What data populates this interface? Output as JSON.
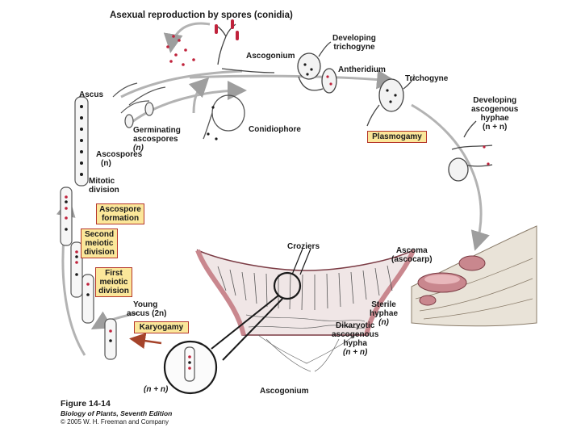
{
  "title": "Asexual reproduction by spores (conidia)",
  "labels": {
    "ascogonium_top": "Ascogonium",
    "developing_trichogyne": [
      "Developing",
      "trichogyne"
    ],
    "antheridium": "Antheridium",
    "trichogyne": "Trichogyne",
    "ascus": "Ascus",
    "germinating_ascospores": [
      "Germinating",
      "ascospores",
      "(n)"
    ],
    "conidiophore": "Conidiophore",
    "developing_ascogenous_hyphae": [
      "Developing",
      "ascogenous",
      "hyphae",
      "(n + n)"
    ],
    "ascospores": [
      "Ascospores",
      "(n)"
    ],
    "mitotic_division": [
      "Mitotic",
      "division"
    ],
    "croziers": "Croziers",
    "ascoma": [
      "Ascoma",
      "(ascocarp)"
    ],
    "young_ascus": [
      "Young",
      "ascus (2n)"
    ],
    "sterile_hyphae": [
      "Sterile",
      "hyphae",
      "(n)"
    ],
    "dikaryotic_hypha": [
      "Dikaryotic",
      "ascogenous",
      "hypha",
      "(n + n)"
    ],
    "n_plus_n_bottom": "(n + n)",
    "ascogonium_bottom": "Ascogonium"
  },
  "stages": {
    "plasmogamy": "Plasmogamy",
    "ascospore_formation": [
      "Ascospore",
      "formation"
    ],
    "second_meiotic_division": [
      "Second",
      "meiotic",
      "division"
    ],
    "first_meiotic_division": [
      "First",
      "meiotic",
      "division"
    ],
    "karyogamy": "Karyogamy"
  },
  "caption": {
    "figure": "Figure 14-14",
    "book": "Biology of Plants, Seventh Edition",
    "copyright": "© 2005 W. H. Freeman and Company"
  },
  "colors": {
    "stage_box_fill": "#fbe79a",
    "stage_box_border": "#b5362b",
    "cycle_arrow": "#b3b3b3",
    "nucleus_red": "#c0223b",
    "ascocarp_pink": "#c9878e"
  }
}
